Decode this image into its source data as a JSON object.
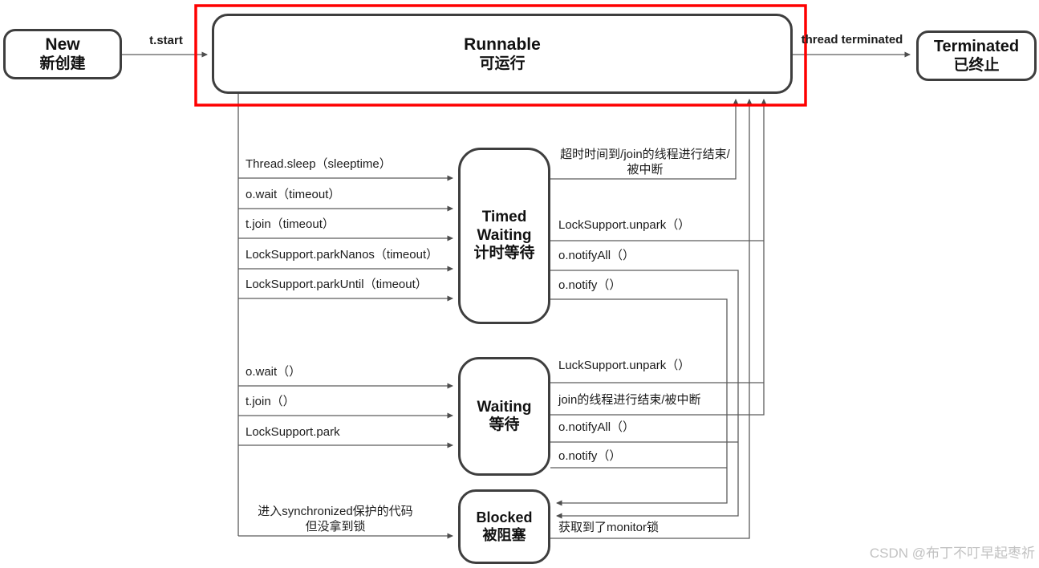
{
  "states": {
    "new": {
      "title": "New",
      "subtitle": "新创建"
    },
    "runnable": {
      "title": "Runnable",
      "subtitle": "可运行"
    },
    "terminated": {
      "title": "Terminated",
      "subtitle": "已终止"
    },
    "timed_waiting": {
      "title_line1": "Timed",
      "title_line2": "Waiting",
      "subtitle": "计时等待"
    },
    "waiting": {
      "title": "Waiting",
      "subtitle": "等待"
    },
    "blocked": {
      "title": "Blocked",
      "subtitle": "被阻塞"
    }
  },
  "transitions": {
    "new_to_runnable": "t.start",
    "runnable_to_terminated": "thread terminated",
    "runnable_to_timed_waiting": [
      "Thread.sleep（sleeptime）",
      "o.wait（timeout）",
      "t.join（timeout）",
      "LockSupport.parkNanos（timeout）",
      "LockSupport.parkUntil（timeout）"
    ],
    "runnable_to_waiting": [
      "o.wait（）",
      "t.join（）",
      "LockSupport.park"
    ],
    "runnable_to_blocked": {
      "line1": "进入synchronized保护的代码",
      "line2": "但没拿到锁"
    },
    "timed_waiting_to_runnable": {
      "timeout_line1": "超时时间到/join的线程进行结束/",
      "timeout_line2": "被中断",
      "unpark": "LockSupport.unpark（）"
    },
    "timed_waiting_to_blocked": {
      "notify_all": "o.notifyAll（）",
      "notify": "o.notify（）"
    },
    "waiting_to_runnable": {
      "unpark": "LuckSupport.unpark（）",
      "join_end": "join的线程进行结束/被中断"
    },
    "waiting_to_blocked": {
      "notify_all": "o.notifyAll（）",
      "notify": "o.notify（）"
    },
    "blocked_to_runnable": "获取到了monitor锁"
  },
  "watermark": "CSDN @布丁不叮早起枣祈",
  "colors": {
    "highlight_box": "#fe0000",
    "state_border": "#3e3e3e",
    "connector": "#5c5c5c",
    "text": "#1c1c1c",
    "watermark": "#c2c2c2"
  }
}
